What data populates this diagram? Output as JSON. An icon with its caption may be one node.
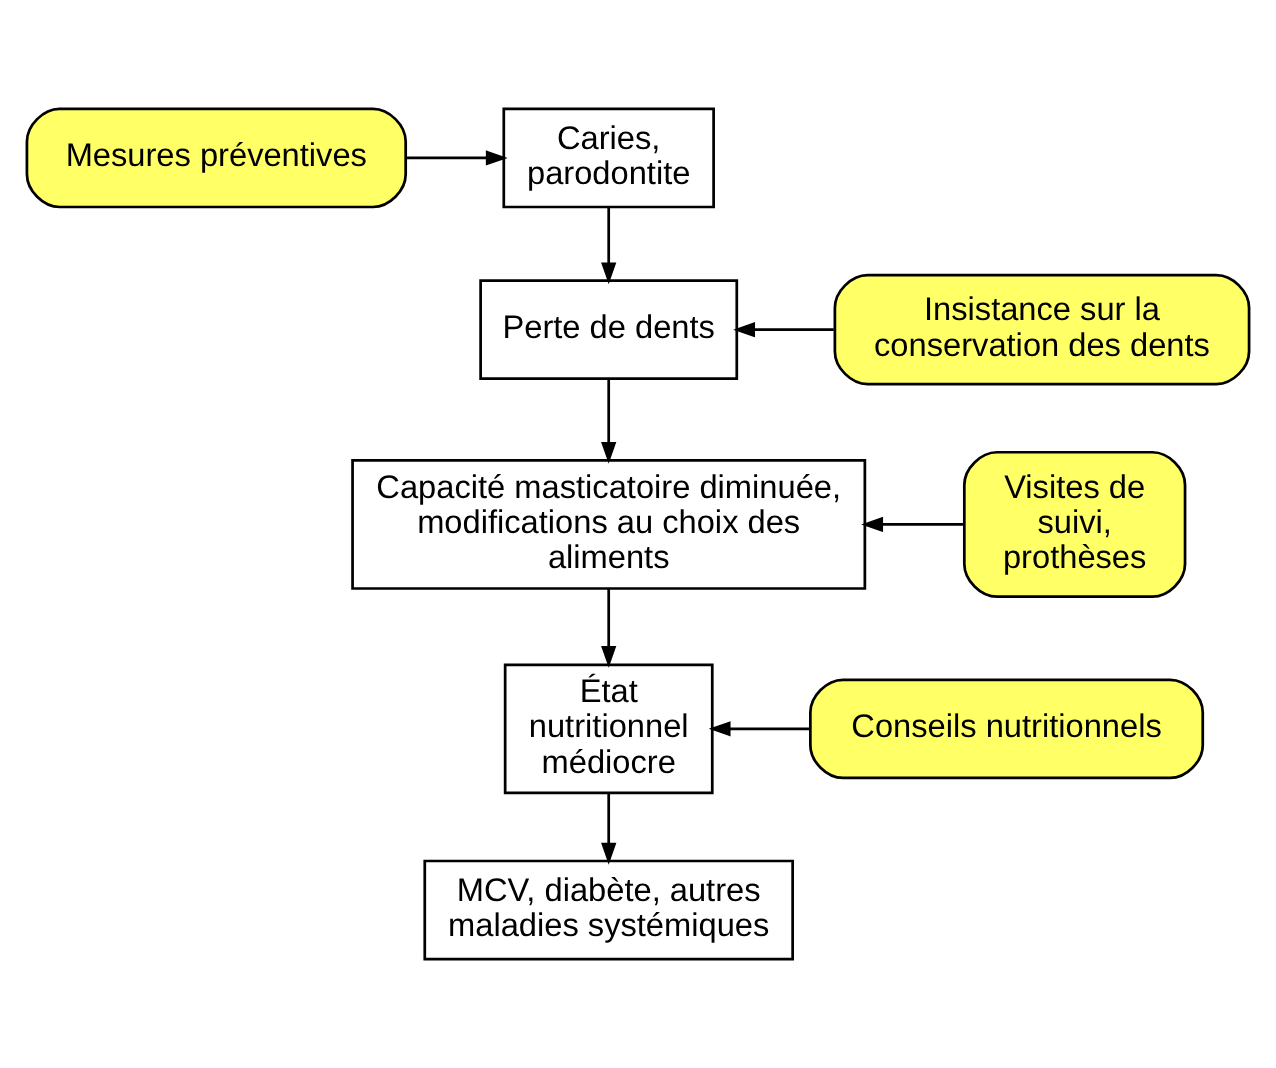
{
  "diagram": {
    "nodes": [
      {
        "text": [
          "Mesures préventives"
        ]
      },
      {
        "text": [
          "Caries, parodontite"
        ]
      },
      {
        "text": [
          "Insistance sur la conservation des dents"
        ]
      },
      {
        "text": [
          "Perte de dents"
        ]
      },
      {
        "text": [
          "Visites de suivi, prothèses"
        ]
      },
      {
        "text": [
          "Capacité masticatoire diminuée, modifications au choix des aliments"
        ]
      },
      {
        "text": [
          "Conseils nutritionnels"
        ]
      },
      {
        "text": [
          "État nutritionnel médiocre"
        ]
      },
      {
        "text": [
          "MCV, diabète, autres maladies systémiques"
        ]
      }
    ],
    "edges": [
      {
        "from": 0,
        "to": 1,
        "arrow": "to"
      },
      {
        "from": 1,
        "to": 3,
        "arrow": "to"
      },
      {
        "from": 2,
        "to": 3,
        "arrow": "to"
      },
      {
        "from": 3,
        "to": 5,
        "arrow": "to"
      },
      {
        "from": 4,
        "to": 5,
        "arrow": "to"
      },
      {
        "from": 5,
        "to": 7,
        "arrow": "to"
      },
      {
        "from": 6,
        "to": 7,
        "arrow": "to"
      },
      {
        "from": 7,
        "to": 8,
        "arrow": "to"
      }
    ]
  }
}
